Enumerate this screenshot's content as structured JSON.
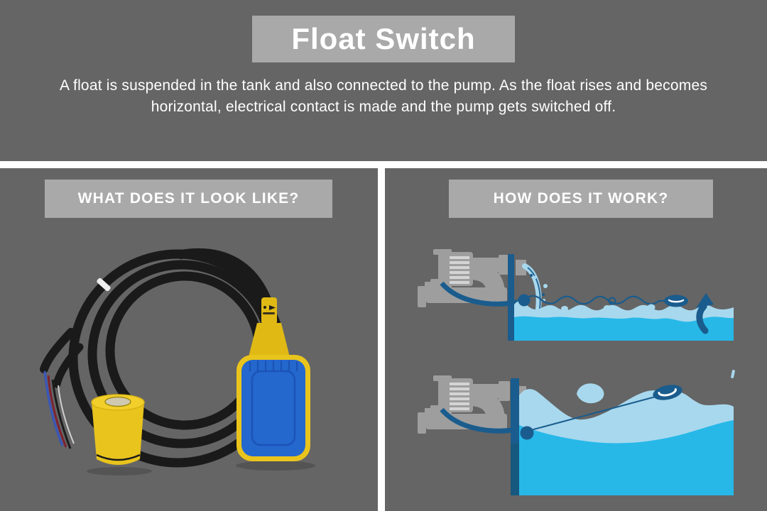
{
  "colors": {
    "bg": "#656565",
    "box": "#a9a9a9",
    "navy": "#1a5c8d",
    "cyan": "#27b8e8",
    "waterlight": "#a8d8ee",
    "pumpgray": "#9e9e9e",
    "pumprib": "#d4d4d4",
    "cableblack": "#1a1a1a",
    "floatyellow": "#e9c41d",
    "floatyellowdeep": "#e0b915",
    "floatblue": "#2467cd",
    "floatbluedark": "#1a4fb0",
    "wireblue": "#3a57b5",
    "wirered": "#7d2330"
  },
  "header": {
    "title": "Float Switch",
    "description": "A float is suspended in the tank and also connected to the pump. As the float rises and becomes horizontal, electrical contact is made and the pump gets switched off."
  },
  "left_panel": {
    "heading": "WHAT DOES IT LOOK LIKE?",
    "illustration": "float-switch-product-photo"
  },
  "right_panel": {
    "heading": "HOW DOES IT WORK?",
    "illustrations": {
      "top": "pump-on-tank-filling-float-hanging",
      "bottom": "tank-full-float-horizontal-pump-off"
    }
  }
}
